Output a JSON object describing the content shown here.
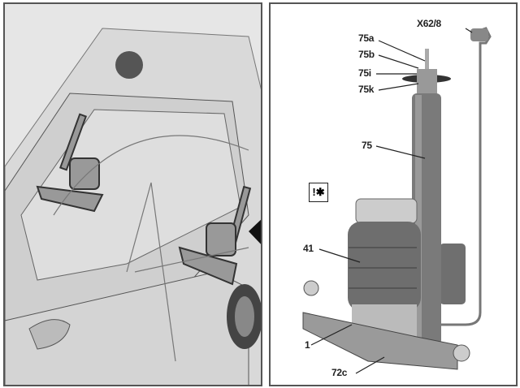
{
  "figure": {
    "left_panel": {
      "subject": "vehicle"
    },
    "right_panel": {
      "labels": {
        "connector": "X62/8",
        "l75a": "75a",
        "l75b": "75b",
        "l75i": "75i",
        "l75k": "75k",
        "l75": "75",
        "l41": "41",
        "l1": "1",
        "l72c": "72c"
      },
      "note_icon": "!✱"
    }
  }
}
